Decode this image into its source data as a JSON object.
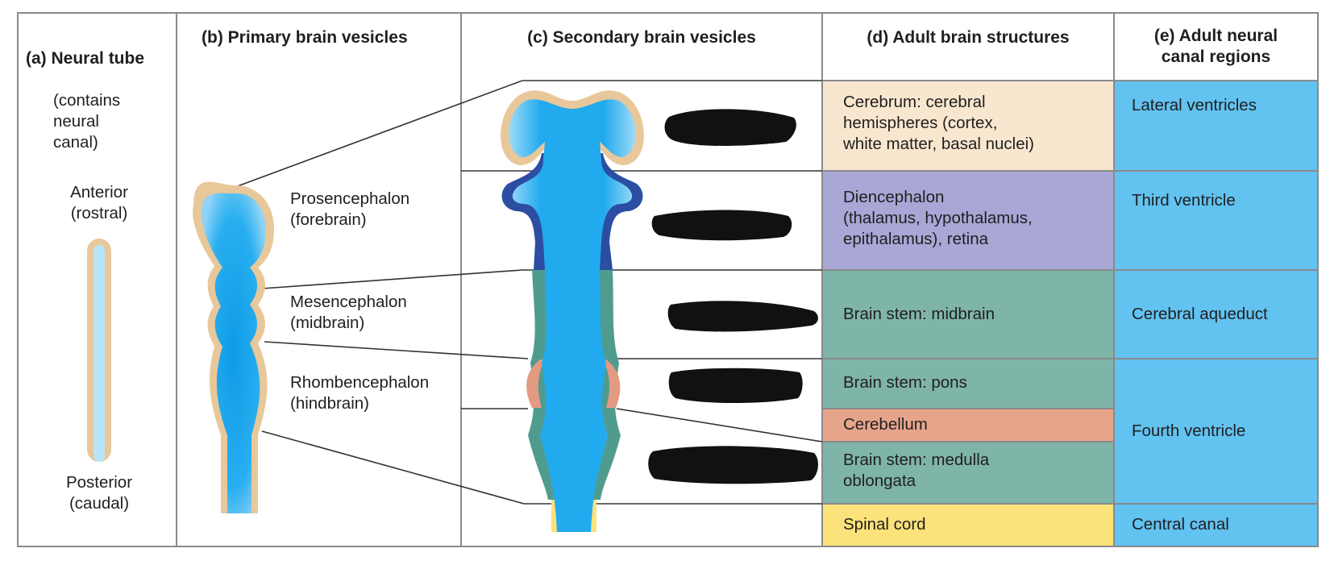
{
  "columns": {
    "a": {
      "label": "(a) Neural tube",
      "note": "(contains\nneural\ncanal)"
    },
    "b": {
      "label": "(b) Primary brain vesicles"
    },
    "c": {
      "label": "(c) Secondary brain vesicles"
    },
    "d": {
      "label": "(d) Adult brain structures"
    },
    "e": {
      "label": "(e) Adult neural\ncanal regions"
    }
  },
  "neural_tube": {
    "anterior": "Anterior\n(rostral)",
    "posterior": "Posterior\n(caudal)"
  },
  "primary_vesicles": [
    {
      "name": "Prosencephalon\n(forebrain)"
    },
    {
      "name": "Mesencephalon\n(midbrain)"
    },
    {
      "name": "Rhombencephalon\n(hindbrain)"
    }
  ],
  "adult_structures": [
    {
      "text": "Cerebrum: cerebral\nhemispheres (cortex,\nwhite matter, basal nuclei)",
      "color": "#f8e6cf"
    },
    {
      "text": "Diencephalon\n(thalamus, hypothalamus,\nepithalamus), retina",
      "color": "#a9a7d6"
    },
    {
      "text": "Brain stem: midbrain",
      "color": "#7fb4a8"
    },
    {
      "text": "Brain stem: pons",
      "color": "#7fb4a8"
    },
    {
      "text": "Cerebellum",
      "color": "#e6a58b"
    },
    {
      "text": "Brain stem: medulla\noblongata",
      "color": "#7fb4a8"
    },
    {
      "text": "Spinal cord",
      "color": "#fbe27a"
    }
  ],
  "canal_regions": [
    {
      "text": "Lateral ventricles"
    },
    {
      "text": "Third ventricle"
    },
    {
      "text": "Cerebral aqueduct"
    },
    {
      "text": "Fourth ventricle"
    },
    {
      "text": "Central canal"
    }
  ],
  "colors": {
    "canal_blue": "#62c2f0",
    "lumen_blue": "#19a6ec",
    "tube_wall": "#e8c89a",
    "diencephalon_wall": "#2b4ea2",
    "midbrain_wall": "#4f9c8f",
    "pons_wall": "#e39a82",
    "spinal_wall": "#fbe27a",
    "grid": "#8a8a8a",
    "redaction": "#111111"
  }
}
